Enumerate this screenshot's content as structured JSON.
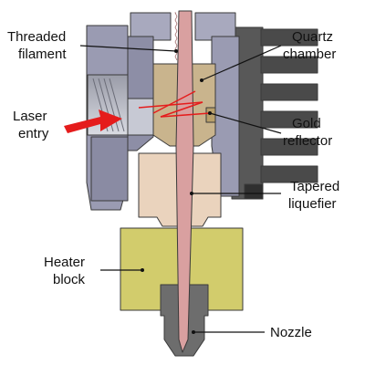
{
  "diagram": {
    "labels": {
      "threaded_filament": [
        "Threaded",
        "filament"
      ],
      "laser_entry": [
        "Laser",
        "entry"
      ],
      "heater_block": [
        "Heater",
        "block"
      ],
      "quartz_chamber": [
        "Quartz",
        "chamber"
      ],
      "gold_reflector": [
        "Gold",
        "reflector"
      ],
      "tapered_liquefier": [
        "Tapered",
        "liquefier"
      ],
      "nozzle": [
        "Nozzle"
      ]
    },
    "colors": {
      "housing": "#9a9bb2",
      "housing_dark": "#6e6f86",
      "heatsink": "#4a4a4a",
      "filament": "#d9a0a0",
      "quartz": "#c9b48d",
      "gold": "#b9a06a",
      "liquefier": "#ead3bd",
      "heater": "#d2cc6c",
      "nozzle": "#6d6d6d",
      "laser": "#e51c1c"
    }
  }
}
